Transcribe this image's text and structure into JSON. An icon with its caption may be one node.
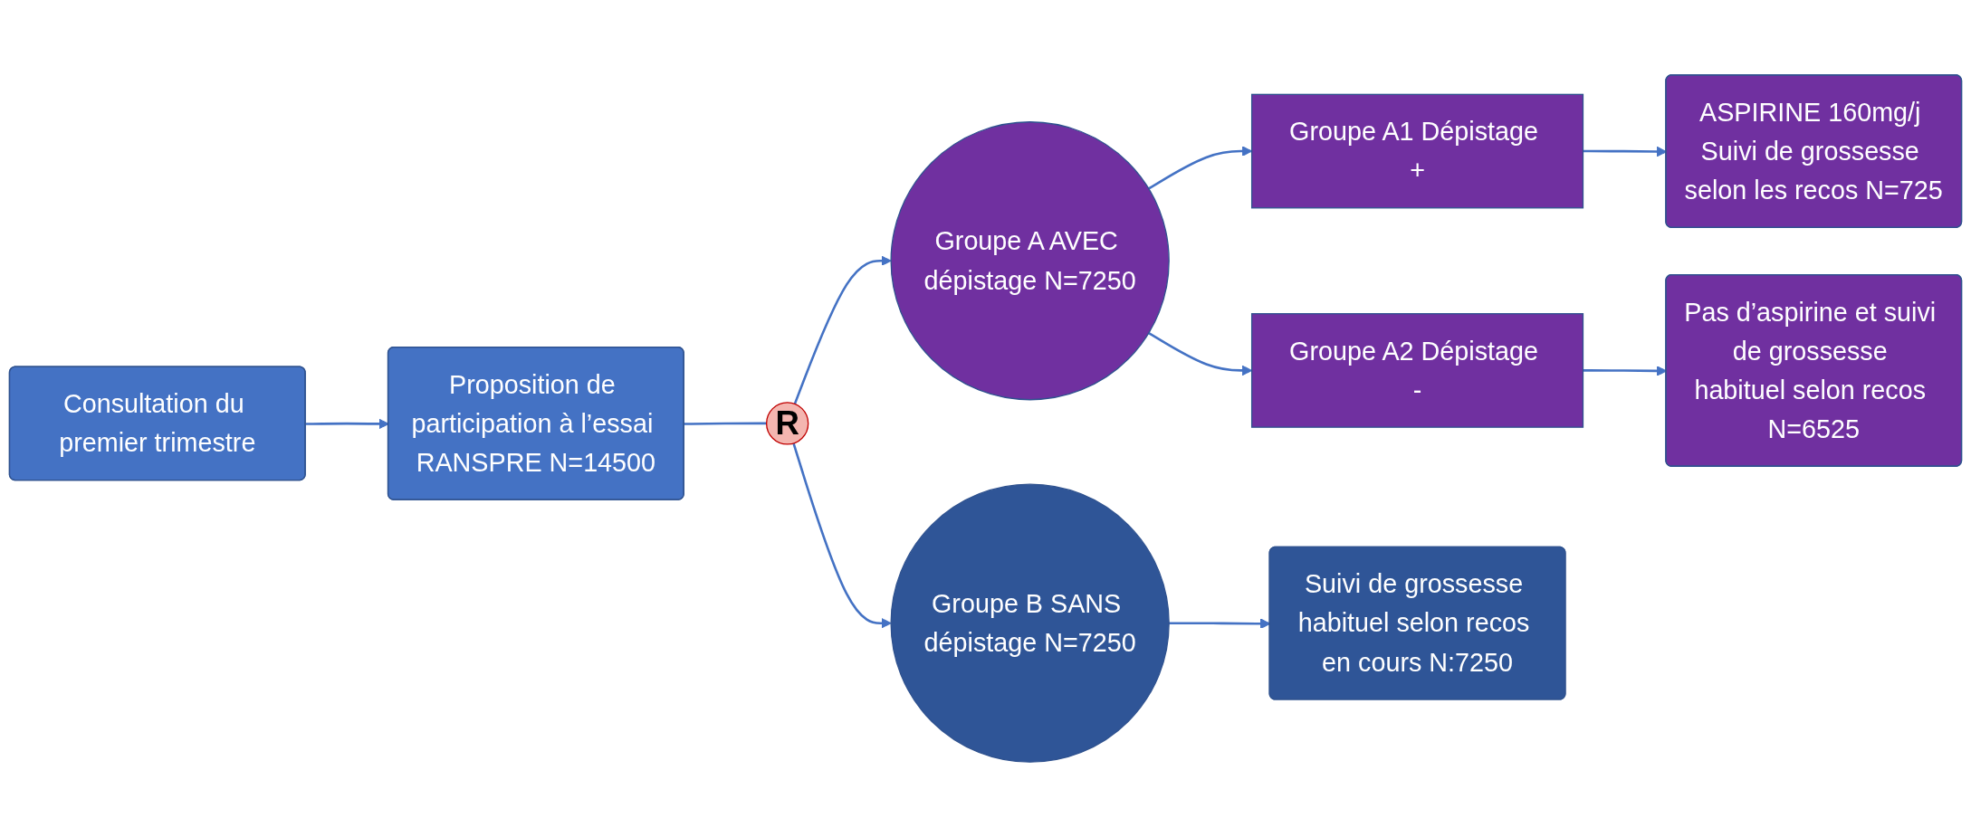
{
  "diagram": {
    "nodes": [
      {
        "text": [
          "Consultation du premier trimestre"
        ]
      },
      {
        "text": [
          "Proposition de participation à l’essai RANSPRE N=14500"
        ]
      },
      {
        "text": [
          "R"
        ]
      },
      {
        "text": [
          "Groupe A AVEC dépistage N=7250"
        ]
      },
      {
        "text": [
          "Groupe B SANS dépistage N=7250"
        ]
      },
      {
        "text": [
          "Groupe A1 Dépistage +"
        ]
      },
      {
        "text": [
          "Groupe A2 Dépistage -"
        ]
      },
      {
        "text": [
          "ASPIRINE 160mg/j Suivi de grossesse selon les recos N=725"
        ]
      },
      {
        "text": [
          "Pas d’aspirine et suivi de grossesse habituel selon recos N=6525"
        ]
      },
      {
        "text": [
          "Suivi de grossesse habituel selon recos en cours N:7250"
        ]
      }
    ],
    "edges": [
      {
        "from": 0,
        "to": 1,
        "arrow": "to"
      },
      {
        "from": 1,
        "to": 2,
        "arrow": "none"
      },
      {
        "from": 2,
        "to": 3,
        "arrow": "to"
      },
      {
        "from": 2,
        "to": 4,
        "arrow": "to"
      },
      {
        "from": 3,
        "to": 5,
        "arrow": "to"
      },
      {
        "from": 3,
        "to": 6,
        "arrow": "to"
      },
      {
        "from": 5,
        "to": 7,
        "arrow": "to"
      },
      {
        "from": 6,
        "to": 8,
        "arrow": "to"
      },
      {
        "from": 4,
        "to": 9,
        "arrow": "to"
      }
    ]
  }
}
